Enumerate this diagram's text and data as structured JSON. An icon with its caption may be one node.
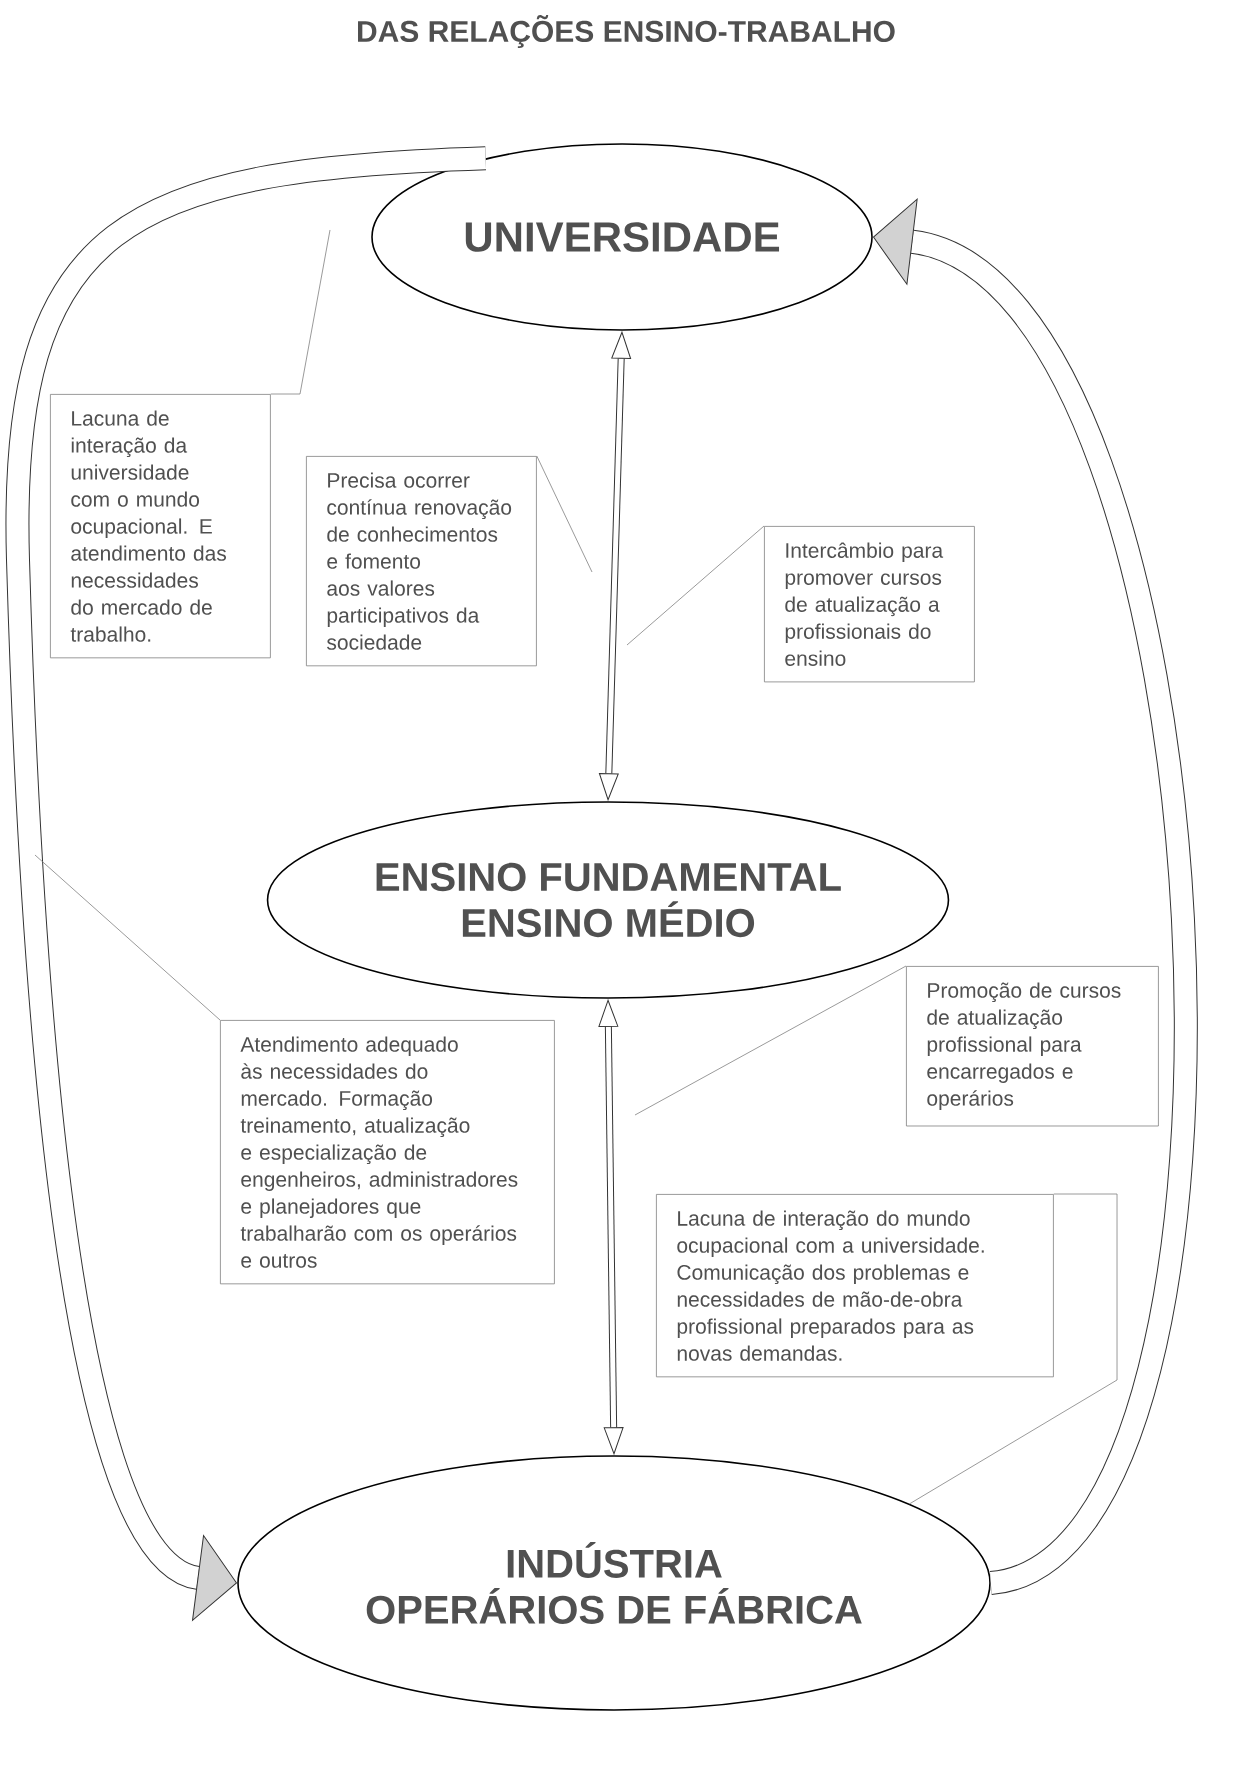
{
  "diagram": {
    "title": "DAS RELAÇÕES ENSINO-TRABALHO",
    "nodes": [
      {
        "text": [
          "UNIVERSIDADE"
        ]
      },
      {
        "text": [
          "ENSINO FUNDAMENTAL",
          "ENSINO MÉDIO"
        ]
      },
      {
        "text": [
          "INDÚSTRIA",
          "OPERÁRIOS DE FÁBRICA"
        ]
      },
      {
        "text": [
          "Lacuna de interação da universidade com o mundo ocupacional. E atendimento das necessidades do mercado de trabalho."
        ]
      },
      {
        "text": [
          "Precisa ocorrer contínua renovação de conhecimentos e fomento aos valores participativos da sociedade"
        ]
      },
      {
        "text": [
          "Intercâmbio para promover cursos de atualização a profissionais do ensino"
        ]
      },
      {
        "text": [
          "Atendimento adequado às necessidades do mercado. Formação treinamento, atualização e especialização de engenheiros, administradores e planejadores que trabalharão com os operários e outros"
        ]
      },
      {
        "text": [
          "Promoção de cursos de atualização profissional para encarregados e operários"
        ]
      },
      {
        "text": [
          "Lacuna de interação do mundo ocupacional com a universidade. Comunicação dos problemas e necessidades de mão-de-obra profissional preparados para as novas demandas."
        ]
      }
    ],
    "edges": [
      {
        "from": 0,
        "to": 1,
        "arrow": "both",
        "style": "thick",
        "color": "#333333"
      },
      {
        "from": 1,
        "to": 2,
        "arrow": "both",
        "style": "thick",
        "color": "#333333"
      },
      {
        "from": 0,
        "to": 2,
        "arrow": "to",
        "style": "thick",
        "color": "#333333"
      },
      {
        "from": 2,
        "to": 0,
        "arrow": "to",
        "style": "thick",
        "color": "#333333"
      },
      {
        "from": 3,
        "to": null,
        "arrow": "none"
      },
      {
        "from": 4,
        "to": null,
        "arrow": "none"
      },
      {
        "from": 5,
        "to": null,
        "arrow": "none"
      },
      {
        "from": 6,
        "to": null,
        "arrow": "none"
      },
      {
        "from": 7,
        "to": null,
        "arrow": "none"
      },
      {
        "from": 8,
        "to": 2,
        "arrow": "none"
      }
    ]
  }
}
